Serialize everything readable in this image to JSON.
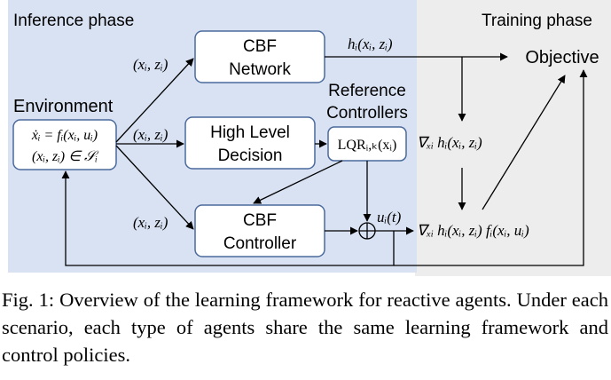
{
  "regions": {
    "inference_title": "Inference phase",
    "training_title": "Training phase"
  },
  "blocks": {
    "cbf_network": [
      "CBF",
      "Network"
    ],
    "high_level_decision": [
      "High Level",
      "Decision"
    ],
    "cbf_controller": [
      "CBF",
      "Controller"
    ],
    "environment_title": "Environment",
    "environment_eq1": "ẋᵢ = fᵢ(xᵢ, uᵢ)",
    "environment_eq2": "(xᵢ, zᵢ) ∈ 𝒮ᵢ",
    "reference_title": [
      "Reference",
      "Controllers"
    ],
    "lqr": "LQRᵢ,ₖ(xᵢ)",
    "objective": "Objective"
  },
  "edge_labels": {
    "state_top": "(xᵢ, zᵢ)",
    "state_mid": "(xᵢ, zᵢ)",
    "state_bottom": "(xᵢ, zᵢ)",
    "h_output": "hᵢ(xᵢ, zᵢ)",
    "control_output": "uᵢ(t)",
    "grad_h": "∇ₓᵢ hᵢ(xᵢ, zᵢ)",
    "grad_h_f": "∇ₓᵢ hᵢ(xᵢ, zᵢ) fᵢ(xᵢ, uᵢ)"
  },
  "caption": {
    "label": "Fig. 1:",
    "text": "Overview of the learning framework for reactive agents. Under each scenario, each type of agents share the same learning framework and control policies."
  },
  "colors": {
    "inference_bg": "#d9e2f3",
    "training_bg": "#ededed",
    "block_stroke": "#4a6a9c"
  }
}
